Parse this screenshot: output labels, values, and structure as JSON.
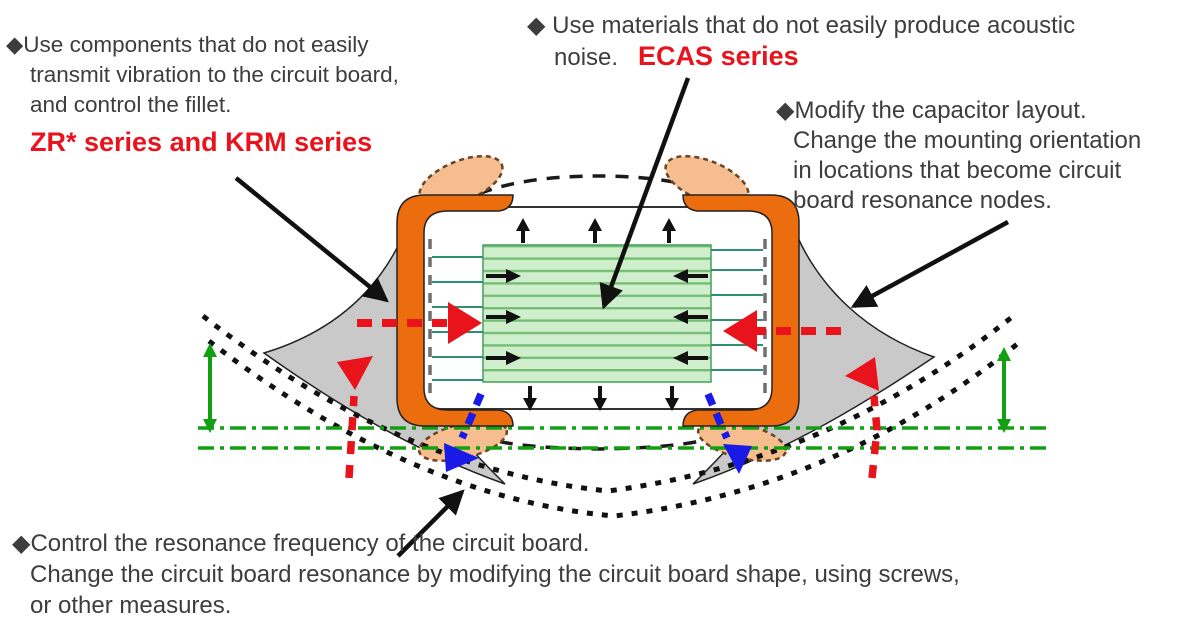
{
  "annotations": {
    "left": {
      "lines": [
        "◆Use components that do not easily",
        "transmit vibration to the circuit board,",
        "and control the fillet."
      ],
      "highlight": "ZR* series and KRM series"
    },
    "top": {
      "line1": "◆ Use materials that do not easily produce acoustic",
      "line2_prefix": "noise.",
      "highlight": "ECAS series"
    },
    "right": {
      "lines": [
        "◆Modify the capacitor layout.",
        "Change the mounting orientation",
        "in locations that become circuit",
        "board resonance nodes."
      ]
    },
    "bottom": {
      "lines": [
        "◆Control the resonance frequency of the circuit board.",
        "Change the circuit board resonance by modifying the circuit board shape, using screws,",
        "or other measures."
      ]
    }
  },
  "colors": {
    "accent_red": "#e8131d",
    "terminal_orange": "#ec6d0e",
    "electrode_fill_green": "#cfeecb",
    "electrode_stripe_green": "#76be76",
    "electrode_lead_teal": "#2f8f6f",
    "solder_fillet_gray": "#c9c9c9",
    "solder_paste_peach": "#f6be8e",
    "pcb_line_black": "#111111",
    "node_line_green": "#12a012",
    "force_arrow_red": "#e8131b",
    "force_arrow_blue": "#1a1ae6",
    "text_gray": "#3d3d3d"
  }
}
